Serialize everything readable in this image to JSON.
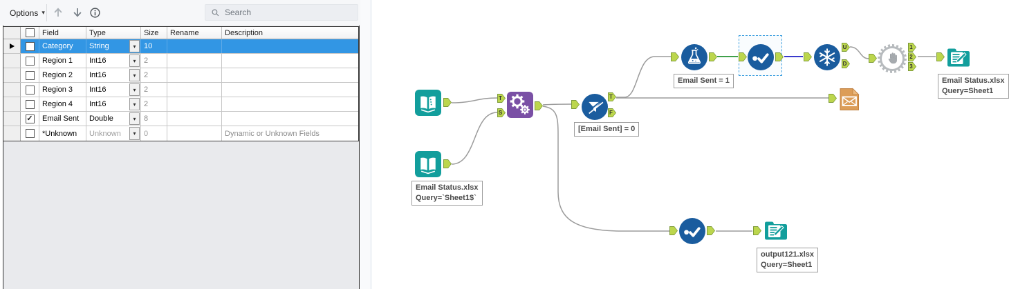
{
  "panel": {
    "toolbar": {
      "options_label": "Options",
      "search_placeholder": "Search"
    },
    "grid": {
      "headers": {
        "field": "Field",
        "type": "Type",
        "size": "Size",
        "rename": "Rename",
        "description": "Description"
      },
      "rows": [
        {
          "field": "Category",
          "type": "String",
          "size": "10",
          "rename": "",
          "description": "",
          "check_glyph": "",
          "selected": true
        },
        {
          "field": "Region 1",
          "type": "Int16",
          "size": "2",
          "rename": "",
          "description": "",
          "check_glyph": ""
        },
        {
          "field": "Region 2",
          "type": "Int16",
          "size": "2",
          "rename": "",
          "description": "",
          "check_glyph": ""
        },
        {
          "field": "Region 3",
          "type": "Int16",
          "size": "2",
          "rename": "",
          "description": "",
          "check_glyph": ""
        },
        {
          "field": "Region 4",
          "type": "Int16",
          "size": "2",
          "rename": "",
          "description": "",
          "check_glyph": ""
        },
        {
          "field": "Email Sent",
          "type": "Double",
          "size": "8",
          "rename": "",
          "description": "",
          "check_glyph": "✓"
        },
        {
          "field": "*Unknown",
          "type": "Unknown",
          "size": "0",
          "rename": "",
          "description": "Dynamic or Unknown Fields",
          "check_glyph": ""
        }
      ]
    }
  },
  "icons": {
    "caret_down": "▾"
  },
  "canvas": {
    "anchor_letters": {
      "t1": "T",
      "s": "S",
      "t2": "T",
      "f": "F",
      "u": "U",
      "d": "D",
      "n1": "1",
      "n2": "2",
      "n3": "3"
    },
    "annotations": {
      "input2_line1": "Email Status.xlsx",
      "input2_line2": "Query=`Sheet1$`",
      "filter": "[Email Sent] = 0",
      "formula": "Email Sent = 1",
      "output1_line1": "Email Status.xlsx",
      "output1_line2": "Query=Sheet1",
      "output2_line1": "output121.xlsx",
      "output2_line2": "Query=Sheet1"
    },
    "colors": {
      "teal": "#129E9C",
      "tool_blue": "#1A5C9E",
      "purple": "#7A50A5",
      "email_orange": "#DC9D58",
      "anchor_green": "#BCD64D",
      "wire_gray": "#9B9B9B",
      "wire_green": "#3FA04A",
      "wire_blue": "#3A3ACC",
      "selection_blue": "#3FA0E0",
      "selected_row_blue": "#3296E4"
    }
  }
}
